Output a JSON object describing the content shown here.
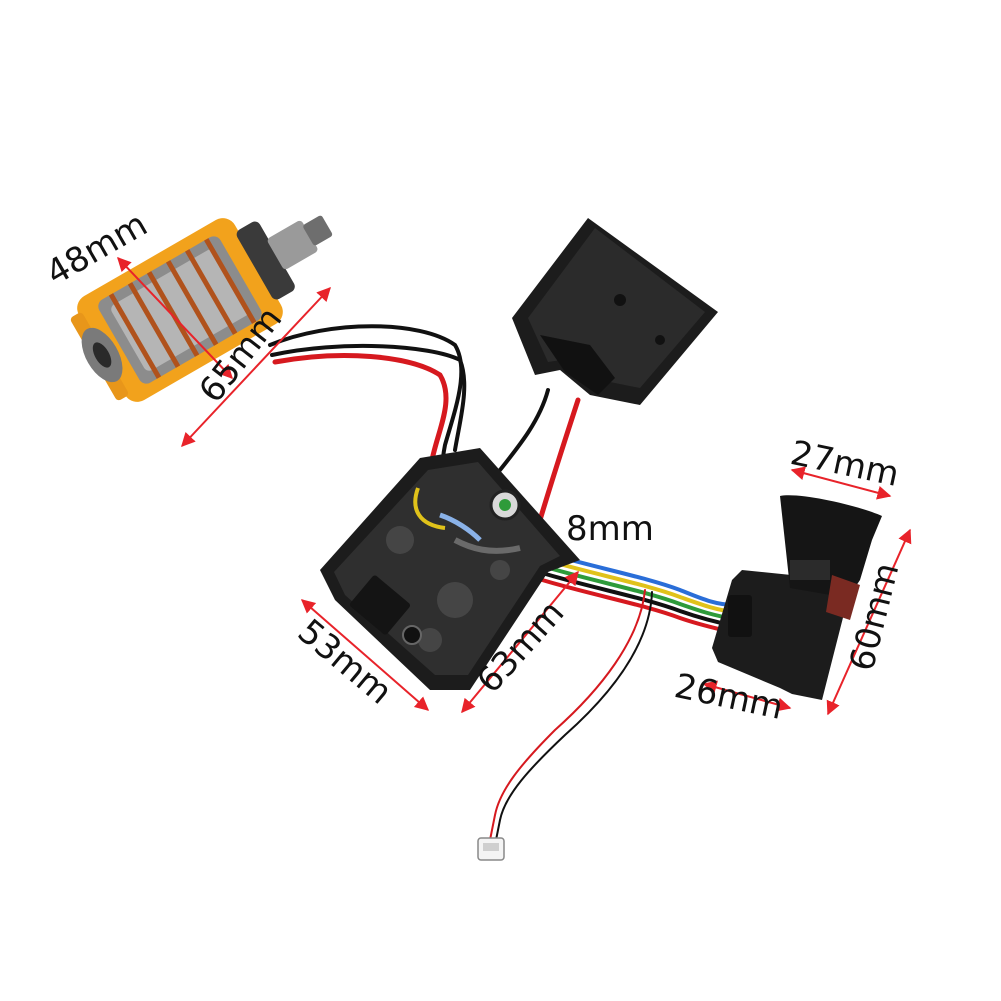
{
  "colors": {
    "background": "#ffffff",
    "dimension_arrow": "#e8232a",
    "housing": "#1c1c1c",
    "motor_frame": "#f2a21c",
    "wire_red": "#d6191f",
    "wire_black": "#111111"
  },
  "dimensions": {
    "motor_diameter": "48mm",
    "motor_length": "65mm",
    "board_thickness": "8mm",
    "board_width": "53mm",
    "board_length": "63mm",
    "switch_width": "27mm",
    "switch_base": "26mm",
    "switch_height": "60mm"
  }
}
